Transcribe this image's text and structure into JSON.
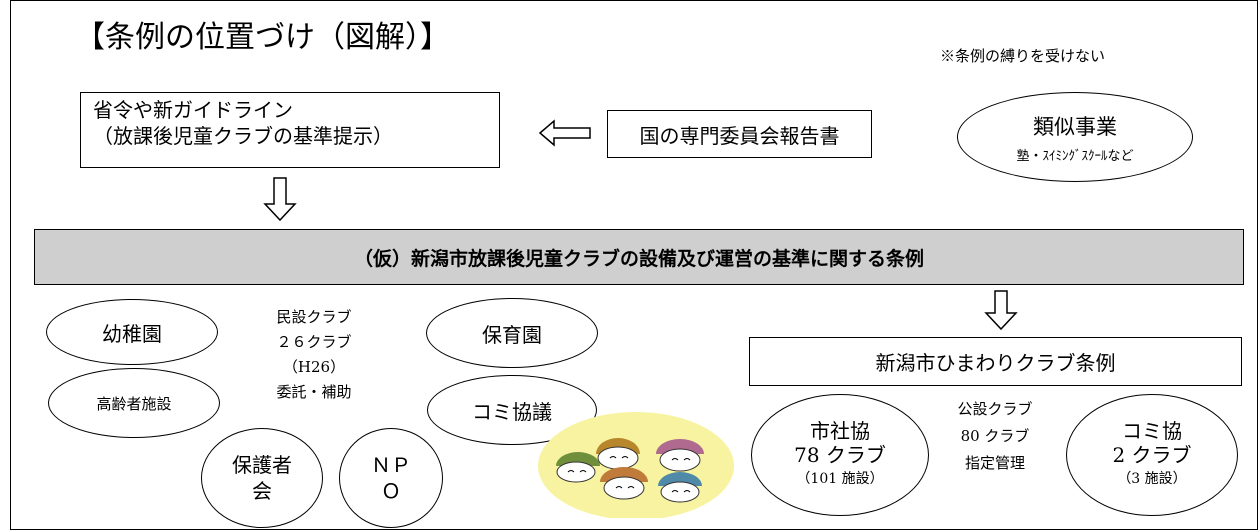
{
  "title": "【条例の位置づけ（図解）】",
  "note": "※条例の縛りを受けない",
  "ministry": {
    "line1": "省令や新ガイドライン",
    "line2": "（放課後児童クラブの基準提示）"
  },
  "report": "国の専門委員会報告書",
  "similar": {
    "title": "類似事業",
    "sub": "塾・ｽｲﾐﾝｸﾞｽｸｰﾙなど"
  },
  "ordinance": "（仮）新潟市放課後児童クラブの設備及び運営の基準に関する条例",
  "private": {
    "ellipses": {
      "kindergarten": "幼稚園",
      "nursery": "保育園",
      "elderly": "高齢者施設",
      "community": "コミ協議",
      "guardians": "保護者会",
      "npo_line1": "ＮＰ",
      "npo_line2": "Ｏ"
    },
    "center": {
      "line1": "民設クラブ",
      "line2": "２６クラブ",
      "line3": "（H26）",
      "line4": "委託・補助"
    }
  },
  "himawari": "新潟市ひまわりクラブ条例",
  "public": {
    "shakyo": {
      "line1": "市社協",
      "line2": "78 クラブ",
      "line3": "（101 施設）"
    },
    "center": {
      "line1": "公設クラブ",
      "line2": "80 クラブ",
      "line3": "指定管理"
    },
    "komi": {
      "line1": "コミ協",
      "line2": "2 クラブ",
      "line3": "（3 施設）"
    }
  },
  "colors": {
    "banner": "#cfcfcf",
    "illustration_bg": "#f7f3a1"
  }
}
